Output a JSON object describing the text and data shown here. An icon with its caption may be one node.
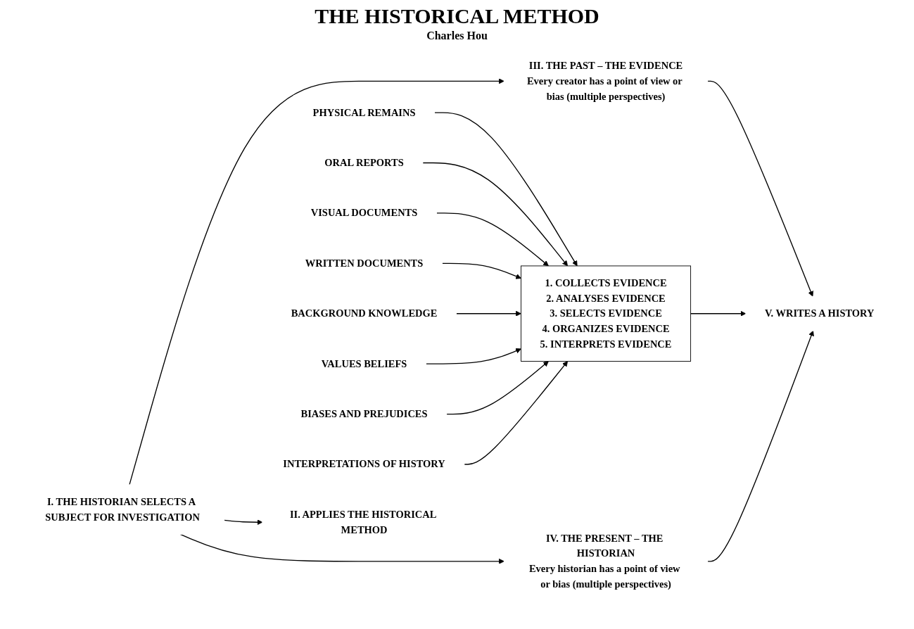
{
  "diagram": {
    "title": "THE HISTORICAL METHOD",
    "nodes": [
      {
        "text": [
          "I. THE HISTORIAN SELECTS A SUBJECT FOR INVESTIGATION"
        ]
      },
      {
        "text": [
          "II. APPLIES THE HISTORICAL METHOD"
        ]
      },
      {
        "text": [
          "1. COLLECTS EVIDENCE",
          "2. ANALYSES EVIDENCE",
          "3. SELECTS EVIDENCE",
          "4. ORGANIZES EVIDENCE",
          "5. INTERPRETS EVIDENCE"
        ]
      },
      {
        "text": [
          "III. THE PAST – THE EVIDENCE",
          "Every creator has a point of view or bias (multiple perspectives)"
        ]
      },
      {
        "text": [
          "IV. THE PRESENT – THE HISTORIAN",
          "Every historian has a point of view or bias (multiple perspectives)"
        ]
      },
      {
        "text": [
          "V. WRITES A HISTORY"
        ]
      },
      {
        "text": [
          "PHYSICAL REMAINS"
        ]
      },
      {
        "text": [
          "ORAL REPORTS"
        ]
      },
      {
        "text": [
          "VISUAL DOCUMENTS"
        ]
      },
      {
        "text": [
          "WRITTEN DOCUMENTS"
        ]
      },
      {
        "text": [
          "BACKGROUND KNOWLEDGE"
        ]
      },
      {
        "text": [
          "VALUES BELIEFS"
        ]
      },
      {
        "text": [
          "BIASES AND PREJUDICES"
        ]
      },
      {
        "text": [
          "INTERPRETATIONS OF HISTORY"
        ]
      }
    ],
    "edges": [
      {
        "from": 0,
        "to": 3,
        "arrow": "to"
      },
      {
        "from": 0,
        "to": 1,
        "arrow": "to"
      },
      {
        "from": 0,
        "to": 4,
        "arrow": "to"
      },
      {
        "from": 6,
        "to": 2,
        "arrow": "to"
      },
      {
        "from": 7,
        "to": 2,
        "arrow": "to"
      },
      {
        "from": 8,
        "to": 2,
        "arrow": "to"
      },
      {
        "from": 9,
        "to": 2,
        "arrow": "to"
      },
      {
        "from": 10,
        "to": 2,
        "arrow": "to"
      },
      {
        "from": 11,
        "to": 2,
        "arrow": "to"
      },
      {
        "from": 12,
        "to": 2,
        "arrow": "to"
      },
      {
        "from": 13,
        "to": 2,
        "arrow": "to"
      },
      {
        "from": 3,
        "to": 5,
        "arrow": "to"
      },
      {
        "from": 2,
        "to": 5,
        "arrow": "to"
      },
      {
        "from": 4,
        "to": 5,
        "arrow": "to"
      }
    ],
    "labels": [
      "Charles Hou"
    ]
  }
}
